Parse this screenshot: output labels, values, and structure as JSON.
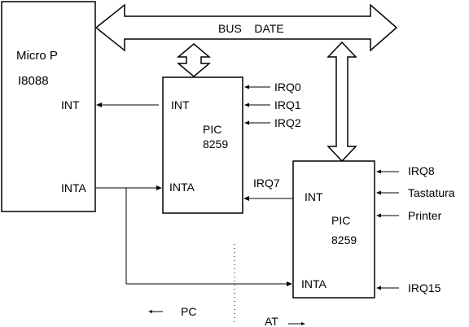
{
  "bus": {
    "label": "BUS    DATE"
  },
  "cpu": {
    "name": "Micro P",
    "model": "I8088",
    "int_label": "INT",
    "inta_label": "INTA"
  },
  "pic_master": {
    "name": "PIC",
    "model": "8259",
    "int_label": "INT",
    "inta_label": "INTA",
    "irq_inputs": [
      "IRQ0",
      "IRQ1",
      "IRQ2"
    ],
    "cascade_label": "IRQ7"
  },
  "pic_slave": {
    "name": "PIC",
    "model": "8259",
    "int_label": "INT",
    "inta_label": "INTA",
    "inputs": [
      "IRQ8",
      "Tastatura",
      "Printer"
    ],
    "bottom_input": "IRQ15"
  },
  "legend": {
    "pc": "PC",
    "at": "AT"
  }
}
